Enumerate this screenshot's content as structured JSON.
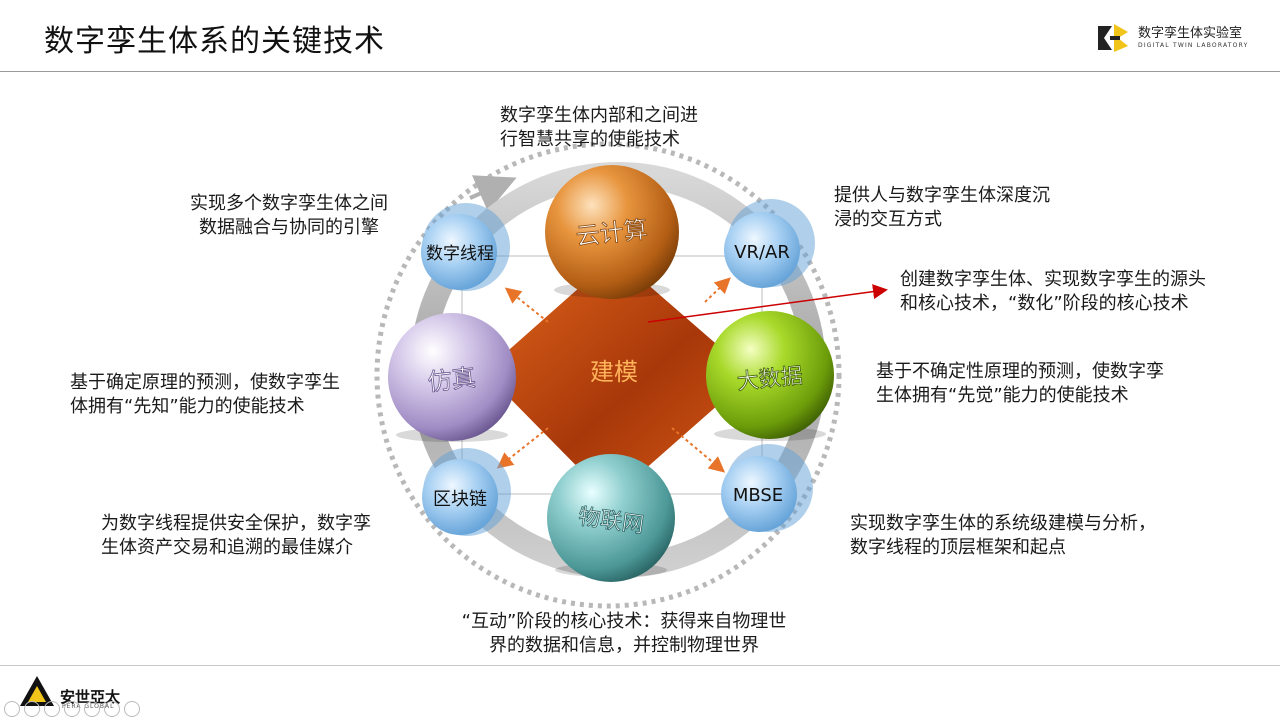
{
  "header": {
    "title": "数字孪生体系的关键技术",
    "brand_name": "数字孪生体实验室",
    "brand_sub": "DIGITAL TWIN LABORATORY"
  },
  "footer": {
    "company": "安世亞太",
    "company_sub": "PERA GLOBAL"
  },
  "diagram": {
    "center": "建模",
    "nodes": {
      "cloud": "云计算",
      "digital_thread": "数字线程",
      "vrar": "VR/AR",
      "simulation": "仿真",
      "bigdata": "大数据",
      "blockchain": "区块链",
      "mbse": "MBSE",
      "iot": "物联网"
    }
  },
  "descriptions": {
    "cloud": [
      "数字孪生体内部和之间进",
      "行智慧共享的使能技术"
    ],
    "digital_thread": [
      "实现多个数字孪生体之间",
      "数据融合与协同的引擎"
    ],
    "vrar": [
      "提供人与数字孪生体深度沉",
      "浸的交互方式"
    ],
    "modeling": [
      "创建数字孪生体、实现数字孪生的源头",
      "和核心技术，“数化”阶段的核心技术"
    ],
    "simulation": [
      "基于确定原理的预测，使数字孪生",
      "体拥有“先知”能力的使能技术"
    ],
    "bigdata": [
      "基于不确定性原理的预测，使数字孪",
      "生体拥有“先觉”能力的使能技术"
    ],
    "blockchain": [
      "为数字线程提供安全保护，数字孪",
      "生体资产交易和追溯的最佳媒介"
    ],
    "mbse": [
      "实现数字孪生体的系统级建模与分析，",
      "数字线程的顶层框架和起点"
    ],
    "iot": [
      "“互动”阶段的核心技术：获得来自物理世",
      "界的数据和信息，并控制物理世界"
    ]
  },
  "colors": {
    "diamond": "#c94d0d",
    "arrow": "#cc0000",
    "cloud": "#d9822b",
    "simulation": "#b9a6d6",
    "bigdata": "#8cc21a",
    "iot": "#69b3b3",
    "small_blue": "#8fc0ea"
  }
}
